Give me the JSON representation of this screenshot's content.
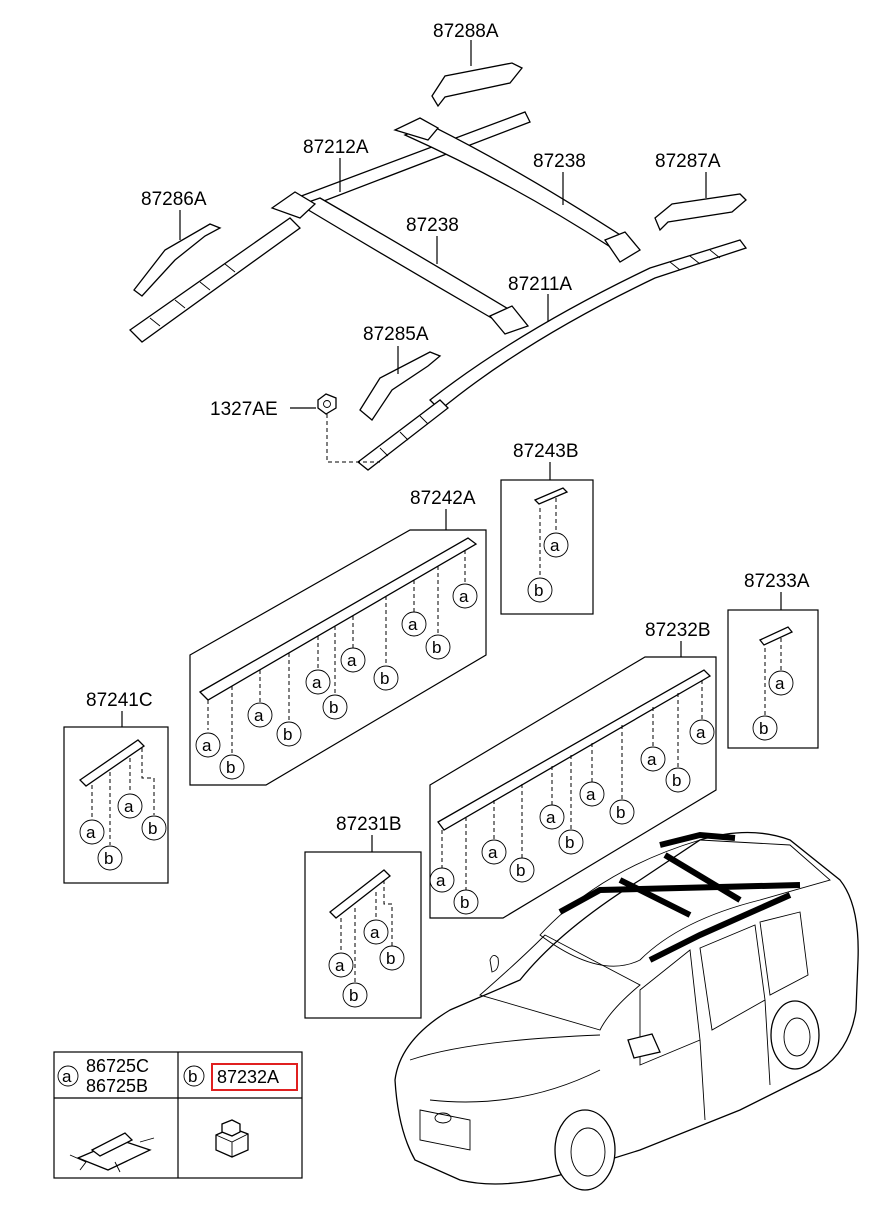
{
  "parts": {
    "p87288A": "87288A",
    "p87212A": "87212A",
    "p87238_top": "87238",
    "p87287A": "87287A",
    "p87286A": "87286A",
    "p87238_mid": "87238",
    "p87211A": "87211A",
    "p87285A": "87285A",
    "p1327AE": "1327AE",
    "p87243B": "87243B",
    "p87242A": "87242A",
    "p87233A": "87233A",
    "p87232B": "87232B",
    "p87241C": "87241C",
    "p87231B": "87231B"
  },
  "clip_letters": {
    "a": "a",
    "b": "b"
  },
  "legend": {
    "a_letter": "a",
    "a_part1": "86725C",
    "a_part2": "86725B",
    "b_letter": "b",
    "b_part": "87232A",
    "highlight_color": "#e02020"
  }
}
